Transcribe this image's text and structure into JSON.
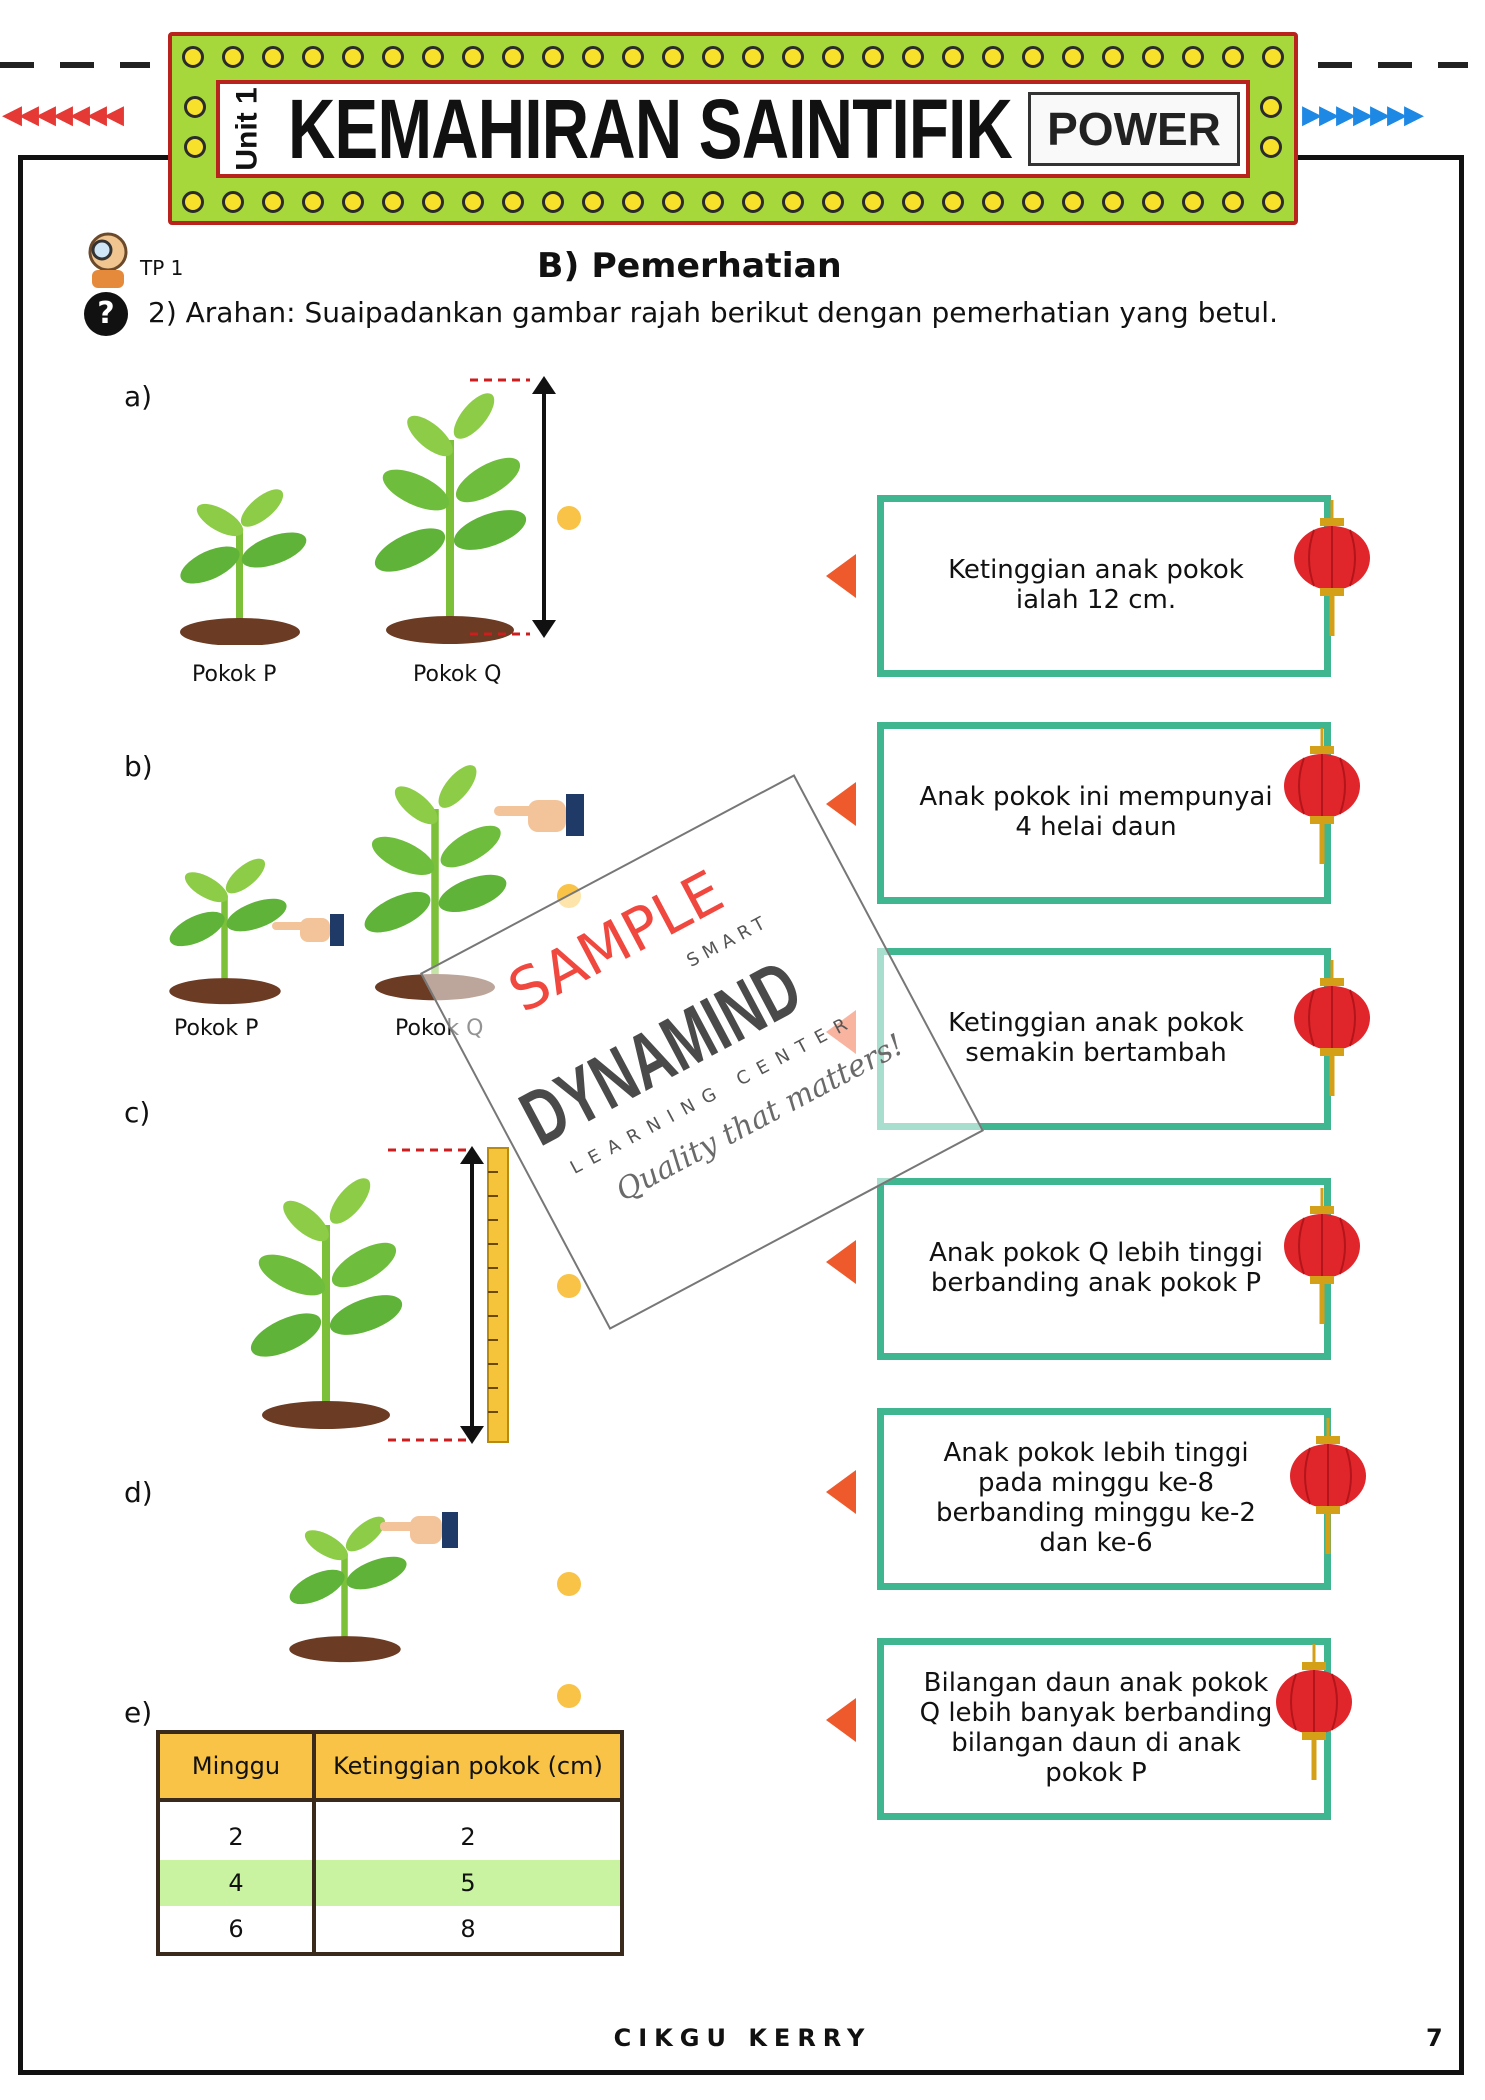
{
  "header": {
    "unit": "Unit 1",
    "title": "KEMAHIRAN SAINTIFIK",
    "logo": "POWER",
    "left_arrows": "◀◀◀◀◀◀◀",
    "right_arrows": "▶▶▶▶▶▶▶"
  },
  "tp": "TP 1",
  "section": "B) Pemerhatian",
  "instruction": "2) Arahan: Suaipadankan  gambar rajah berikut dengan pemerhatian yang betul.",
  "items": {
    "a": {
      "label": "a)",
      "plant1": "Pokok P",
      "plant2": "Pokok Q"
    },
    "b": {
      "label": "b)",
      "plant1": "Pokok P",
      "plant2": "Pokok Q"
    },
    "c": {
      "label": "c)"
    },
    "d": {
      "label": "d)"
    },
    "e": {
      "label": "e)"
    }
  },
  "table": {
    "headers": [
      "Minggu",
      "Ketinggian pokok (cm)"
    ],
    "rows": [
      [
        "2",
        "2"
      ],
      [
        "4",
        "5"
      ],
      [
        "6",
        "8"
      ]
    ]
  },
  "answers": [
    "Ketinggian anak pokok ialah 12 cm.",
    "Anak pokok ini mempunyai 4 helai daun",
    "Ketinggian anak pokok semakin bertambah",
    "Anak pokok Q lebih tinggi berbanding anak pokok P",
    "Anak pokok lebih tinggi pada minggu ke-8 berbanding minggu ke-2 dan ke-6",
    "Bilangan daun anak pokok Q lebih banyak berbanding bilangan daun di anak pokok P"
  ],
  "watermark": {
    "sample": "SAMPLE",
    "smart": "SMART",
    "brand": "DYNAMIND",
    "learning": "LEARNING CENTER",
    "tagline": "Quality that matters!"
  },
  "footer": "CIKGU KERRY",
  "page_number": "7",
  "colors": {
    "box_border": "#3fb690",
    "pointer": "#ef5a2c",
    "dot": "#f8c346",
    "marquee": "#a6d83c",
    "marquee_border": "#b8241d"
  }
}
